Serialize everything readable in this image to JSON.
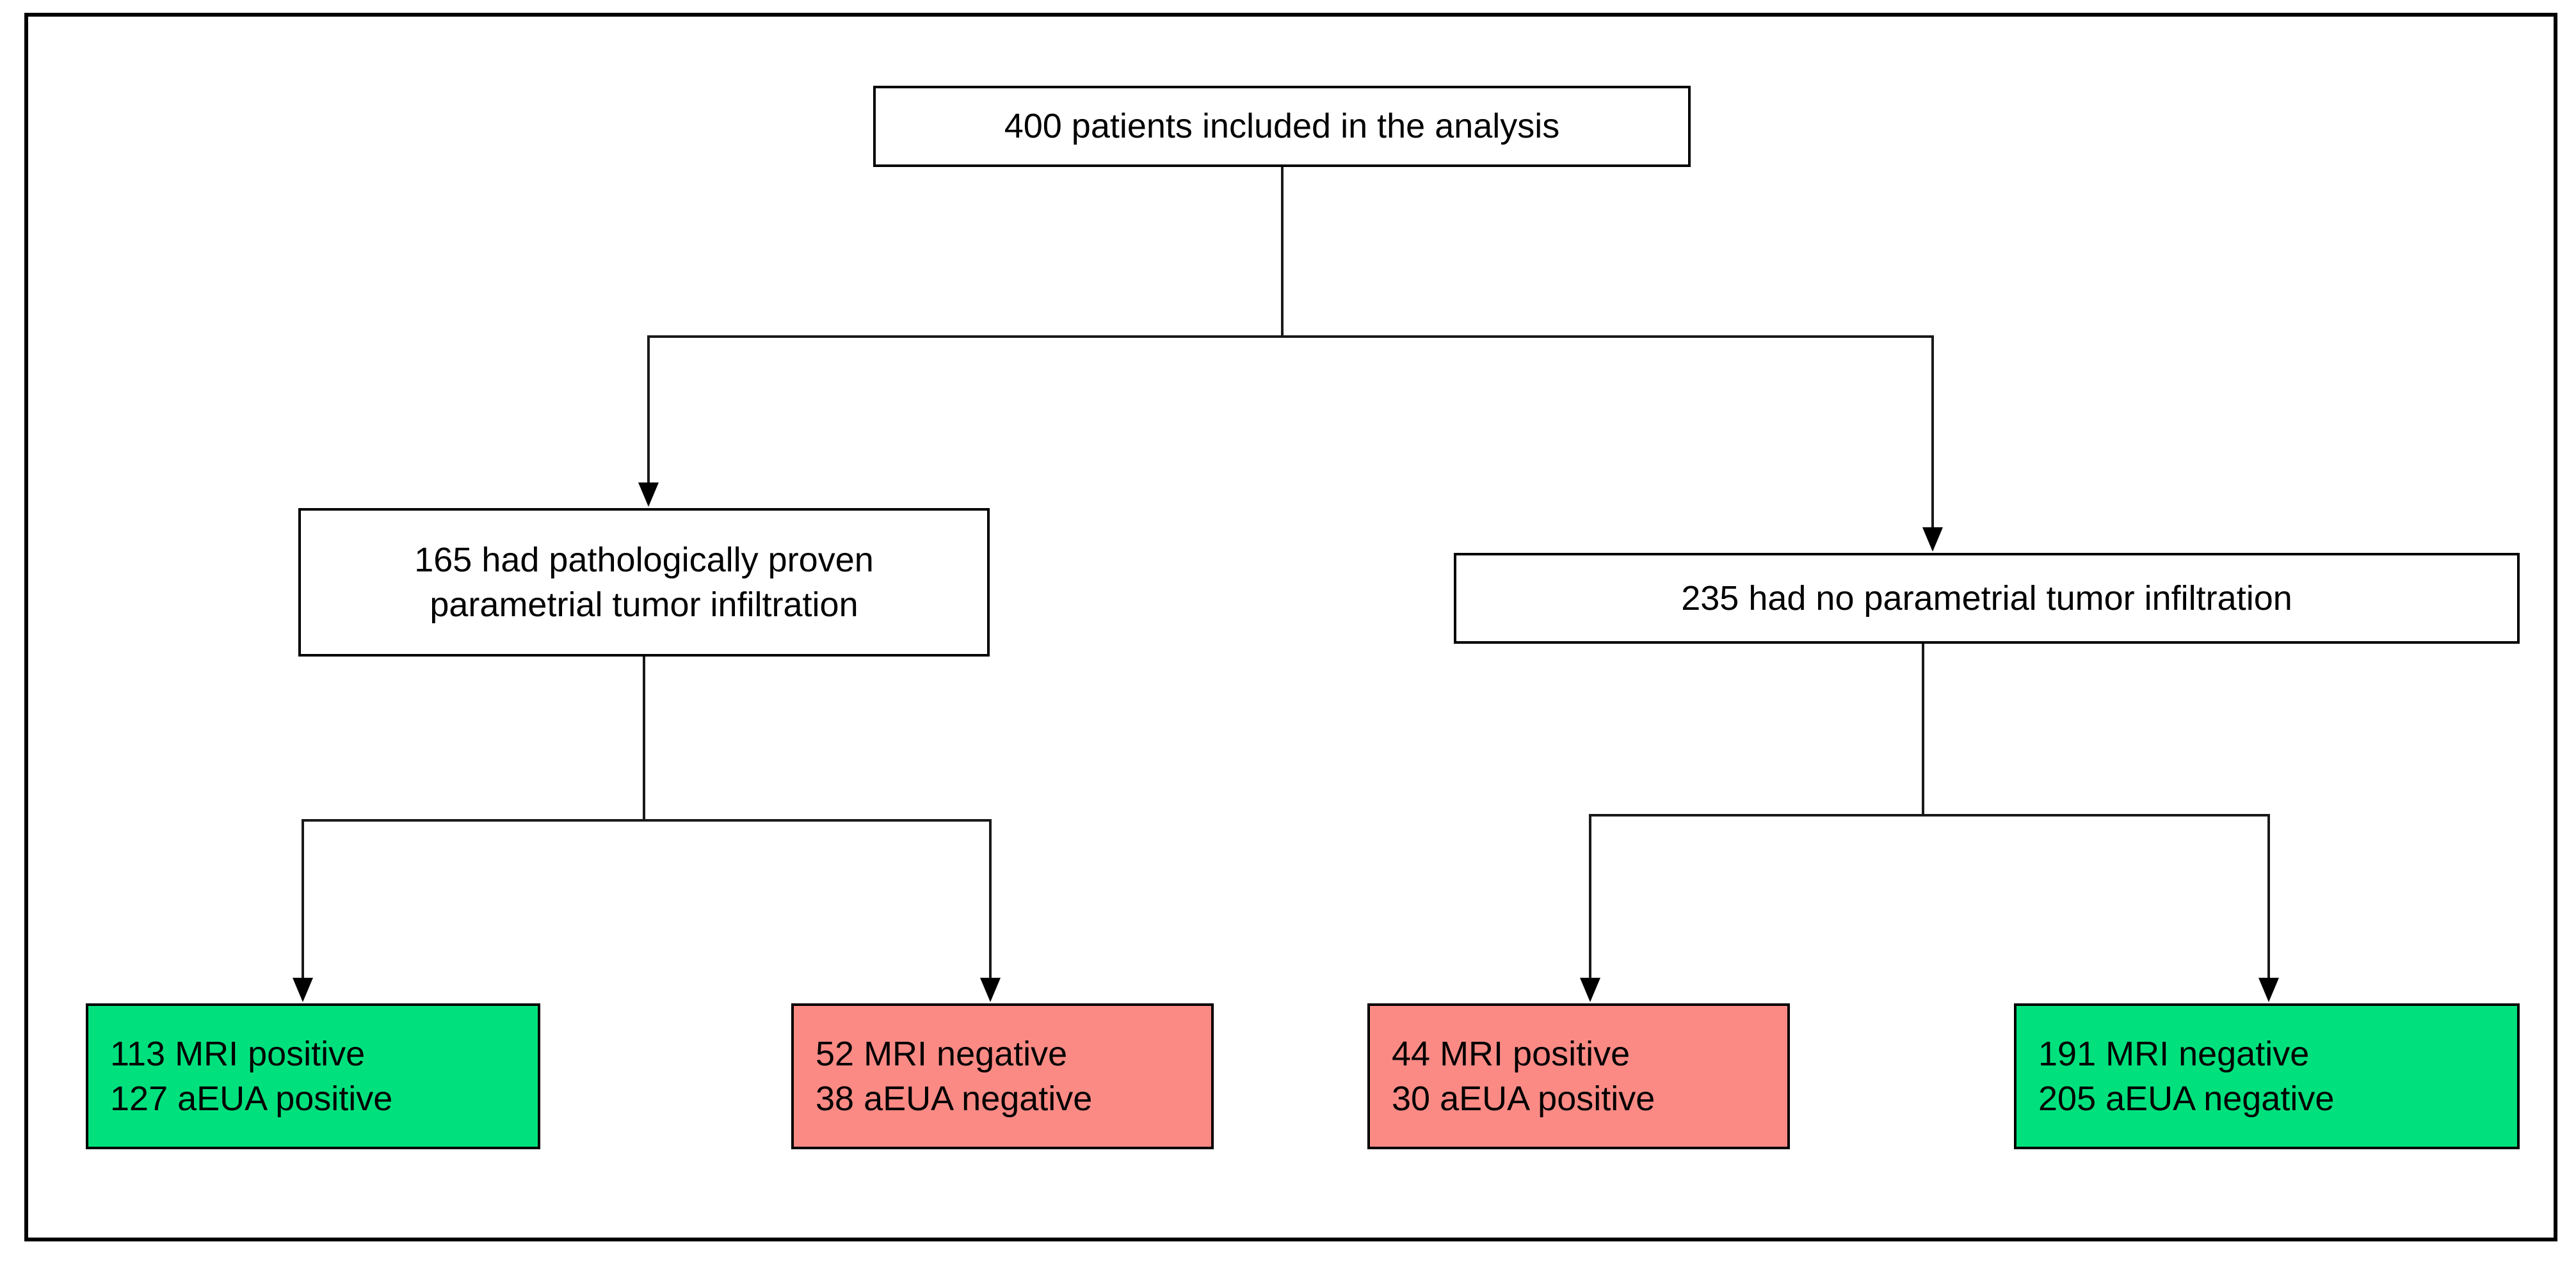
{
  "diagram": {
    "title_present": false,
    "colors": {
      "green": "#00E17D",
      "red": "#FB8A85",
      "border": "#000000",
      "connector": "#1a1a1a",
      "background": "#ffffff"
    },
    "root": {
      "text": "400 patients included in the analysis"
    },
    "level2": [
      {
        "id": "pathology-positive",
        "lines": [
          "165 had pathologically proven",
          "parametrial tumor infiltration"
        ],
        "fill": "white"
      },
      {
        "id": "pathology-negative",
        "lines": [
          "235 had no parametrial tumor infiltration"
        ],
        "fill": "white"
      }
    ],
    "leaves": [
      {
        "id": "true-positive",
        "fill": "green",
        "lines": [
          "113 MRI positive",
          "127 aEUA positive"
        ]
      },
      {
        "id": "false-negative",
        "fill": "red",
        "lines": [
          "52 MRI negative",
          "38 aEUA negative"
        ]
      },
      {
        "id": "false-positive",
        "fill": "red",
        "lines": [
          "44 MRI positive",
          "30 aEUA positive"
        ]
      },
      {
        "id": "true-negative",
        "fill": "green",
        "lines": [
          "191 MRI negative",
          "205 aEUA negative"
        ]
      }
    ]
  }
}
